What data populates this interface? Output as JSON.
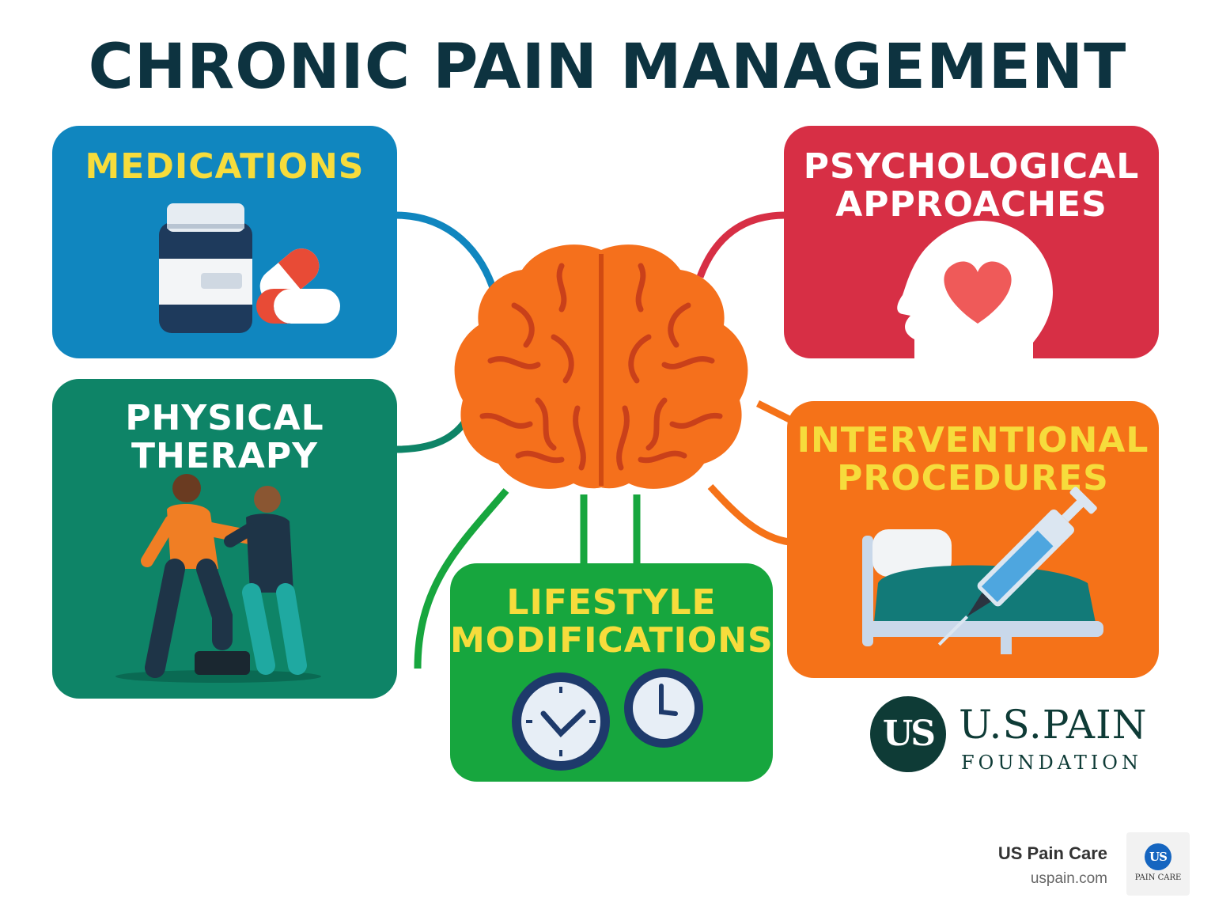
{
  "title": "CHRONIC PAIN MANAGEMENT",
  "cards": {
    "medications": {
      "line1": "MEDICATIONS",
      "color": "#1086bf",
      "title_color": "#f6dc3c",
      "icon": "pill-bottle-and-capsules"
    },
    "psychological": {
      "line1": "PSYCHOLOGICAL",
      "line2": "APPROACHES",
      "color": "#d72f45",
      "title_color": "#ffffff",
      "icon": "head-with-heart"
    },
    "physical": {
      "line1": "PHYSICAL",
      "line2": "THERAPY",
      "color": "#0e8467",
      "title_color": "#ffffff",
      "icon": "therapist-assisting-patient"
    },
    "interventional": {
      "line1": "INTERVENTIONAL",
      "line2": "PROCEDURES",
      "color": "#f57218",
      "title_color": "#f6dc3c",
      "icon": "bed-and-syringe"
    },
    "lifestyle": {
      "line1": "LIFESTYLE",
      "line2": "MODIFICATIONS",
      "color": "#17a63e",
      "title_color": "#f6dc3c",
      "icon": "clocks"
    }
  },
  "center": {
    "icon": "brain",
    "color": "#f5701c"
  },
  "logo": {
    "mark": "US",
    "name": "U.S.PAIN",
    "sub": "FOUNDATION"
  },
  "attribution": {
    "name": "US Pain Care",
    "url": "uspain.com",
    "logo_mark": "US",
    "logo_caption": "PAIN CARE"
  }
}
